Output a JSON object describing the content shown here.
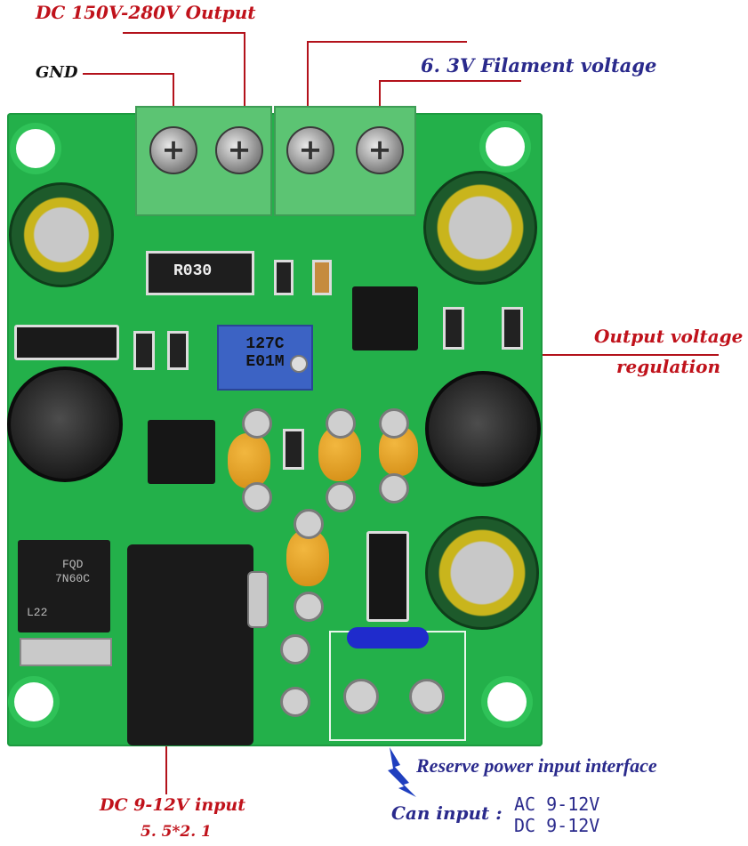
{
  "labels": {
    "output_dc": "DC 150V-280V Output",
    "gnd": "GND",
    "filament": "6. 3V Filament voltage",
    "regulation_line1": "Output voltage",
    "regulation_line2": "regulation",
    "reserve": "Reserve power input interface",
    "can_input": "Can input :",
    "ac": "AC  9-12V",
    "dc": "DC  9-12V",
    "dc_input": "DC  9-12V input",
    "jack_size": "5. 5*2. 1"
  },
  "board_marks": {
    "pot_top": "127C",
    "pot_bottom": "E01M",
    "resistor_r1": "R030",
    "mosfet": "7N60C",
    "mosfet_top": "FQD",
    "mosfet_bottom": "L22"
  },
  "colors": {
    "red_label": "#c0121b",
    "navy_label": "#2a2a8c",
    "pcb_green": "#23b04a"
  }
}
